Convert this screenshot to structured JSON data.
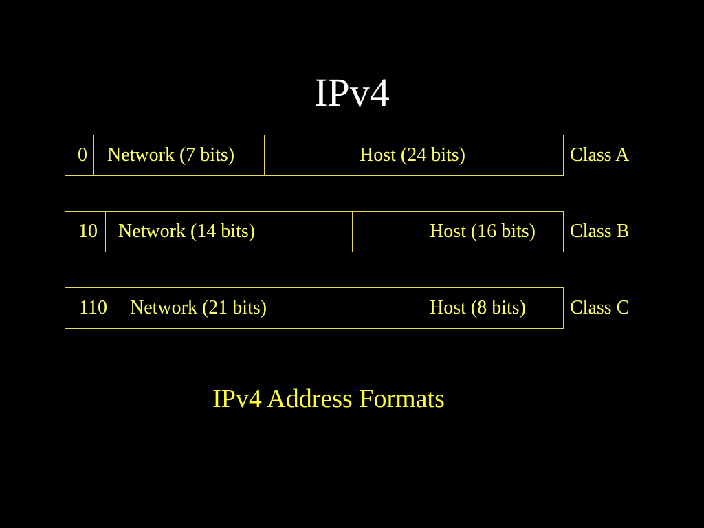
{
  "title": "IPv4",
  "formats": [
    {
      "prefix": "0",
      "network": "Network (7 bits)",
      "host": "Host (24 bits)",
      "class_label": "Class A"
    },
    {
      "prefix": "10",
      "network": "Network (14 bits)",
      "host": "Host (16 bits)",
      "class_label": "Class B"
    },
    {
      "prefix": "110",
      "network": "Network (21 bits)",
      "host": "Host (8 bits)",
      "class_label": "Class C"
    }
  ],
  "caption": "IPv4 Address Formats",
  "colors": {
    "background": "#000000",
    "title": "#ffffff",
    "text": "#ffff66",
    "border": "#e8d84a"
  }
}
